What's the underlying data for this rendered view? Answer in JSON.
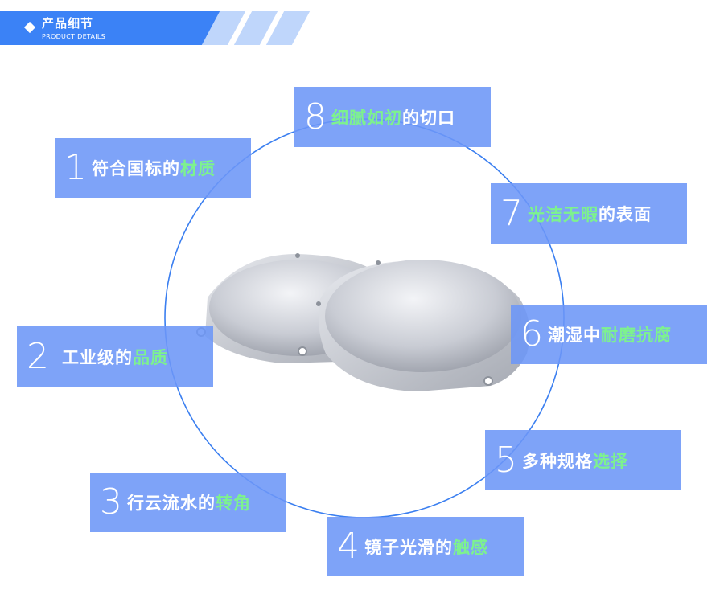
{
  "header": {
    "title": "产品细节",
    "subtitle": "PRODUCT DETAILS"
  },
  "colors": {
    "accent": "#3b82f6",
    "box": "#6c96f7",
    "highlight": "#7df28e",
    "circle": "#3b7ff0"
  },
  "features": [
    {
      "num": "1",
      "pre": "符合国标的",
      "hl": "材质",
      "post": ""
    },
    {
      "num": "2",
      "pre": "工业级的",
      "hl": "品质",
      "post": ""
    },
    {
      "num": "3",
      "pre": "行云流水的",
      "hl": "转角",
      "post": ""
    },
    {
      "num": "4",
      "pre": "镜子光滑的",
      "hl": "触感",
      "post": ""
    },
    {
      "num": "5",
      "pre": "多种规格",
      "hl": "选择",
      "post": ""
    },
    {
      "num": "6",
      "pre": "潮湿中",
      "hl": "耐磨抗腐",
      "post": ""
    },
    {
      "num": "7",
      "pre": "",
      "hl": "光洁无暇",
      "post": "的表面"
    },
    {
      "num": "8",
      "pre": "",
      "hl": "细腻如初",
      "post": "的切口"
    }
  ]
}
